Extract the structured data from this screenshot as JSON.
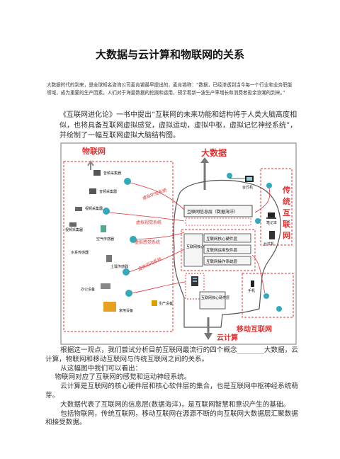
{
  "title": "大数据与云计算和物联网的关系",
  "intro": "大数据时代的到来，是全球知名咨询公司麦肯锡最早提出的，麦肯锡称：“数据，已经渗透到当今每一个行业和业务职能领域，成为重要的生产因素。人们对于海量数据的挖掘和运用，预示着新一波生产率增长和消费者盈余浪潮的到来。”",
  "para1": "《互联网进化论》一书中提出“互联网的未来功能和结构将于人类大脑高度相似，也将具备互联网虚拟感觉，虚拟运动，虚拟中枢，虚拟记忆神经系统”，并绘制了一幅互联网虚拟大脑结构图。",
  "figure": {
    "wulianwang": "物联网",
    "dashuju": "大数据",
    "chuantong": [
      "传",
      "统",
      "互",
      "联",
      "网"
    ],
    "yunjisuan": "云计算",
    "yidong": "移动互联网",
    "devices": {
      "audio_collector": "音频采集器",
      "audio_collector2": "音频采集器",
      "video_collector": "视频采集器",
      "video_collector2": "视频采集器",
      "air_sensor": "空气传感器",
      "water_sensor": "水系传感器",
      "soil_sensor": "土壤传感器",
      "office": "办公设备",
      "home": "家用设备",
      "production": "生产设备",
      "desktop": "台式机",
      "notebook": "笔记本",
      "desktop2": "台式机",
      "phone": "手机"
    },
    "virtual": {
      "hearing": "虚拟听觉系统",
      "vision": "虚拟视觉系统",
      "sense": "虚拟感觉系统",
      "motor": "虚拟运动系统"
    },
    "core": {
      "info_layer": "互联网信息层（数据海洋）",
      "hw_layer": "互联网核心硬件层",
      "app_layer": "互联网运用软件层",
      "os_layer": "互联网操作系统层",
      "sw_layer": "互联网核心软件层",
      "hw_core": "互联网核心硬件层"
    }
  },
  "text2": {
    "p1": "根据这一观点，我们尝试分析目前互联网最流行的四个概念________大数据，云计算，物联网和移动互联网与传统互联网之间的关系。",
    "p2": "从这幅图中我们可以看出：",
    "p3": "物联网对应了互联网的感觉和运动神经系统。",
    "p4": "云计算是互联网的核心硬件层和核心软件层的集合，也是互联网中枢神经系统萌芽。",
    "p5": "大数据代表了互联网的信息层(数据海洋)，是互联网智慧和意识产生的基础。",
    "p6": "包括物联网，传统互联网，移动互联网在源源不断的向互联网大数据层汇聚数据和接受数据。"
  }
}
